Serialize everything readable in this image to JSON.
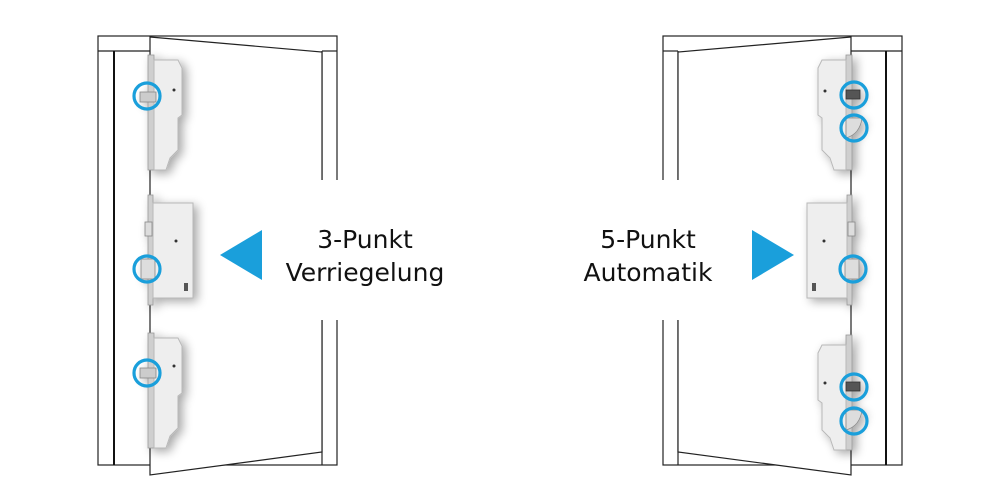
{
  "left": {
    "line1": "3-Punkt",
    "line2": "Verriegelung"
  },
  "right": {
    "line1": "5-Punkt",
    "line2": "Automatik"
  },
  "colors": {
    "accent": "#1a9fdb",
    "line": "#222222"
  }
}
